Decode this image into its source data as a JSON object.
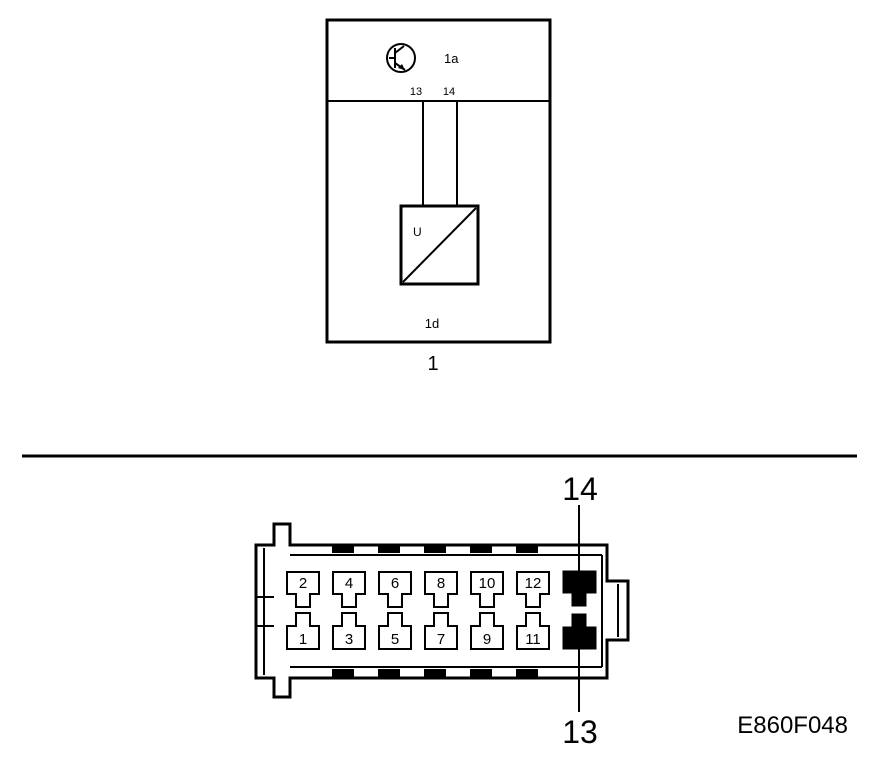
{
  "schematic": {
    "module_number": "1",
    "upper_section_label": "1a",
    "lower_section_label": "1d",
    "pin_label_left": "13",
    "pin_label_right": "14",
    "converter_label": "U",
    "icon": "transistor-icon"
  },
  "connector": {
    "callout_top": "14",
    "callout_bottom": "13",
    "top_row_pins": [
      "2",
      "4",
      "6",
      "8",
      "10",
      "12"
    ],
    "bottom_row_pins": [
      "1",
      "3",
      "5",
      "7",
      "9",
      "11"
    ]
  },
  "figure_code": "E860F048",
  "colors": {
    "line": "#000000",
    "background": "#ffffff",
    "filled_pin": "#000000"
  }
}
